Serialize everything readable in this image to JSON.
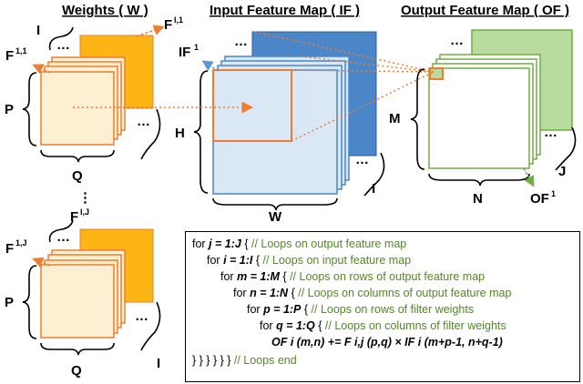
{
  "titles": {
    "weights": "Weights ( W )",
    "input_fm": "Input Feature Map ( IF )",
    "output_fm": "Output Feature Map ( OF )"
  },
  "labels": {
    "F_base": "F",
    "F11_sup": "1,1",
    "F1J_sup": "1,J",
    "Fi1_sup": "I,1",
    "FIJ_sup": "I,J",
    "IF_base": "IF",
    "IF_sup": "1",
    "OF_base": "OF",
    "OF_sup": "1",
    "P": "P",
    "Q": "Q",
    "I": "I",
    "H": "H",
    "W": "W",
    "M": "M",
    "N": "N",
    "J": "J",
    "dots": "…",
    "vdots": "⋮"
  },
  "colors": {
    "weight_front": "#fdf0d2",
    "weight_back": "#fdb515",
    "weight_border": "#ed7d31",
    "input_front": "#dae8f5",
    "input_back": "#4a86c8",
    "input_border": "#2f5f97",
    "output_front": "#ffffff",
    "output_back": "#b8dc9e",
    "output_border": "#70ad47",
    "arrow_orange": "#ed7d31",
    "arrow_blue": "#5b9bd5",
    "arrow_green": "#70ad47",
    "comment": "#4f8a20"
  },
  "code": {
    "line1": {
      "pre": "for ",
      "bold": "j = 1:J",
      "post": " { ",
      "comment": "// Loops on output feature map"
    },
    "line2": {
      "pre": "for ",
      "bold": "i = 1:I",
      "post": " { ",
      "comment": "// Loops on input feature map"
    },
    "line3": {
      "pre": "for ",
      "bold": "m = 1:M",
      "post": " { ",
      "comment": "// Loops on rows of output feature map"
    },
    "line4": {
      "pre": "for ",
      "bold": "n = 1:N",
      "post": " { ",
      "comment": "// Loops on columns of output feature map"
    },
    "line5": {
      "pre": "for ",
      "bold": "p = 1:P",
      "post": " { ",
      "comment": "// Loops on rows of filter weights"
    },
    "line6": {
      "pre": "for ",
      "bold": "q = 1:Q",
      "post": " { ",
      "comment": "// Loops on columns of filter weights"
    },
    "line7": "OF i (m,n) += F i,j (p,q) × IF i (m+p-1, n+q-1)",
    "line8": {
      "pre": "} } } } } } ",
      "comment": "// Loops end"
    }
  }
}
